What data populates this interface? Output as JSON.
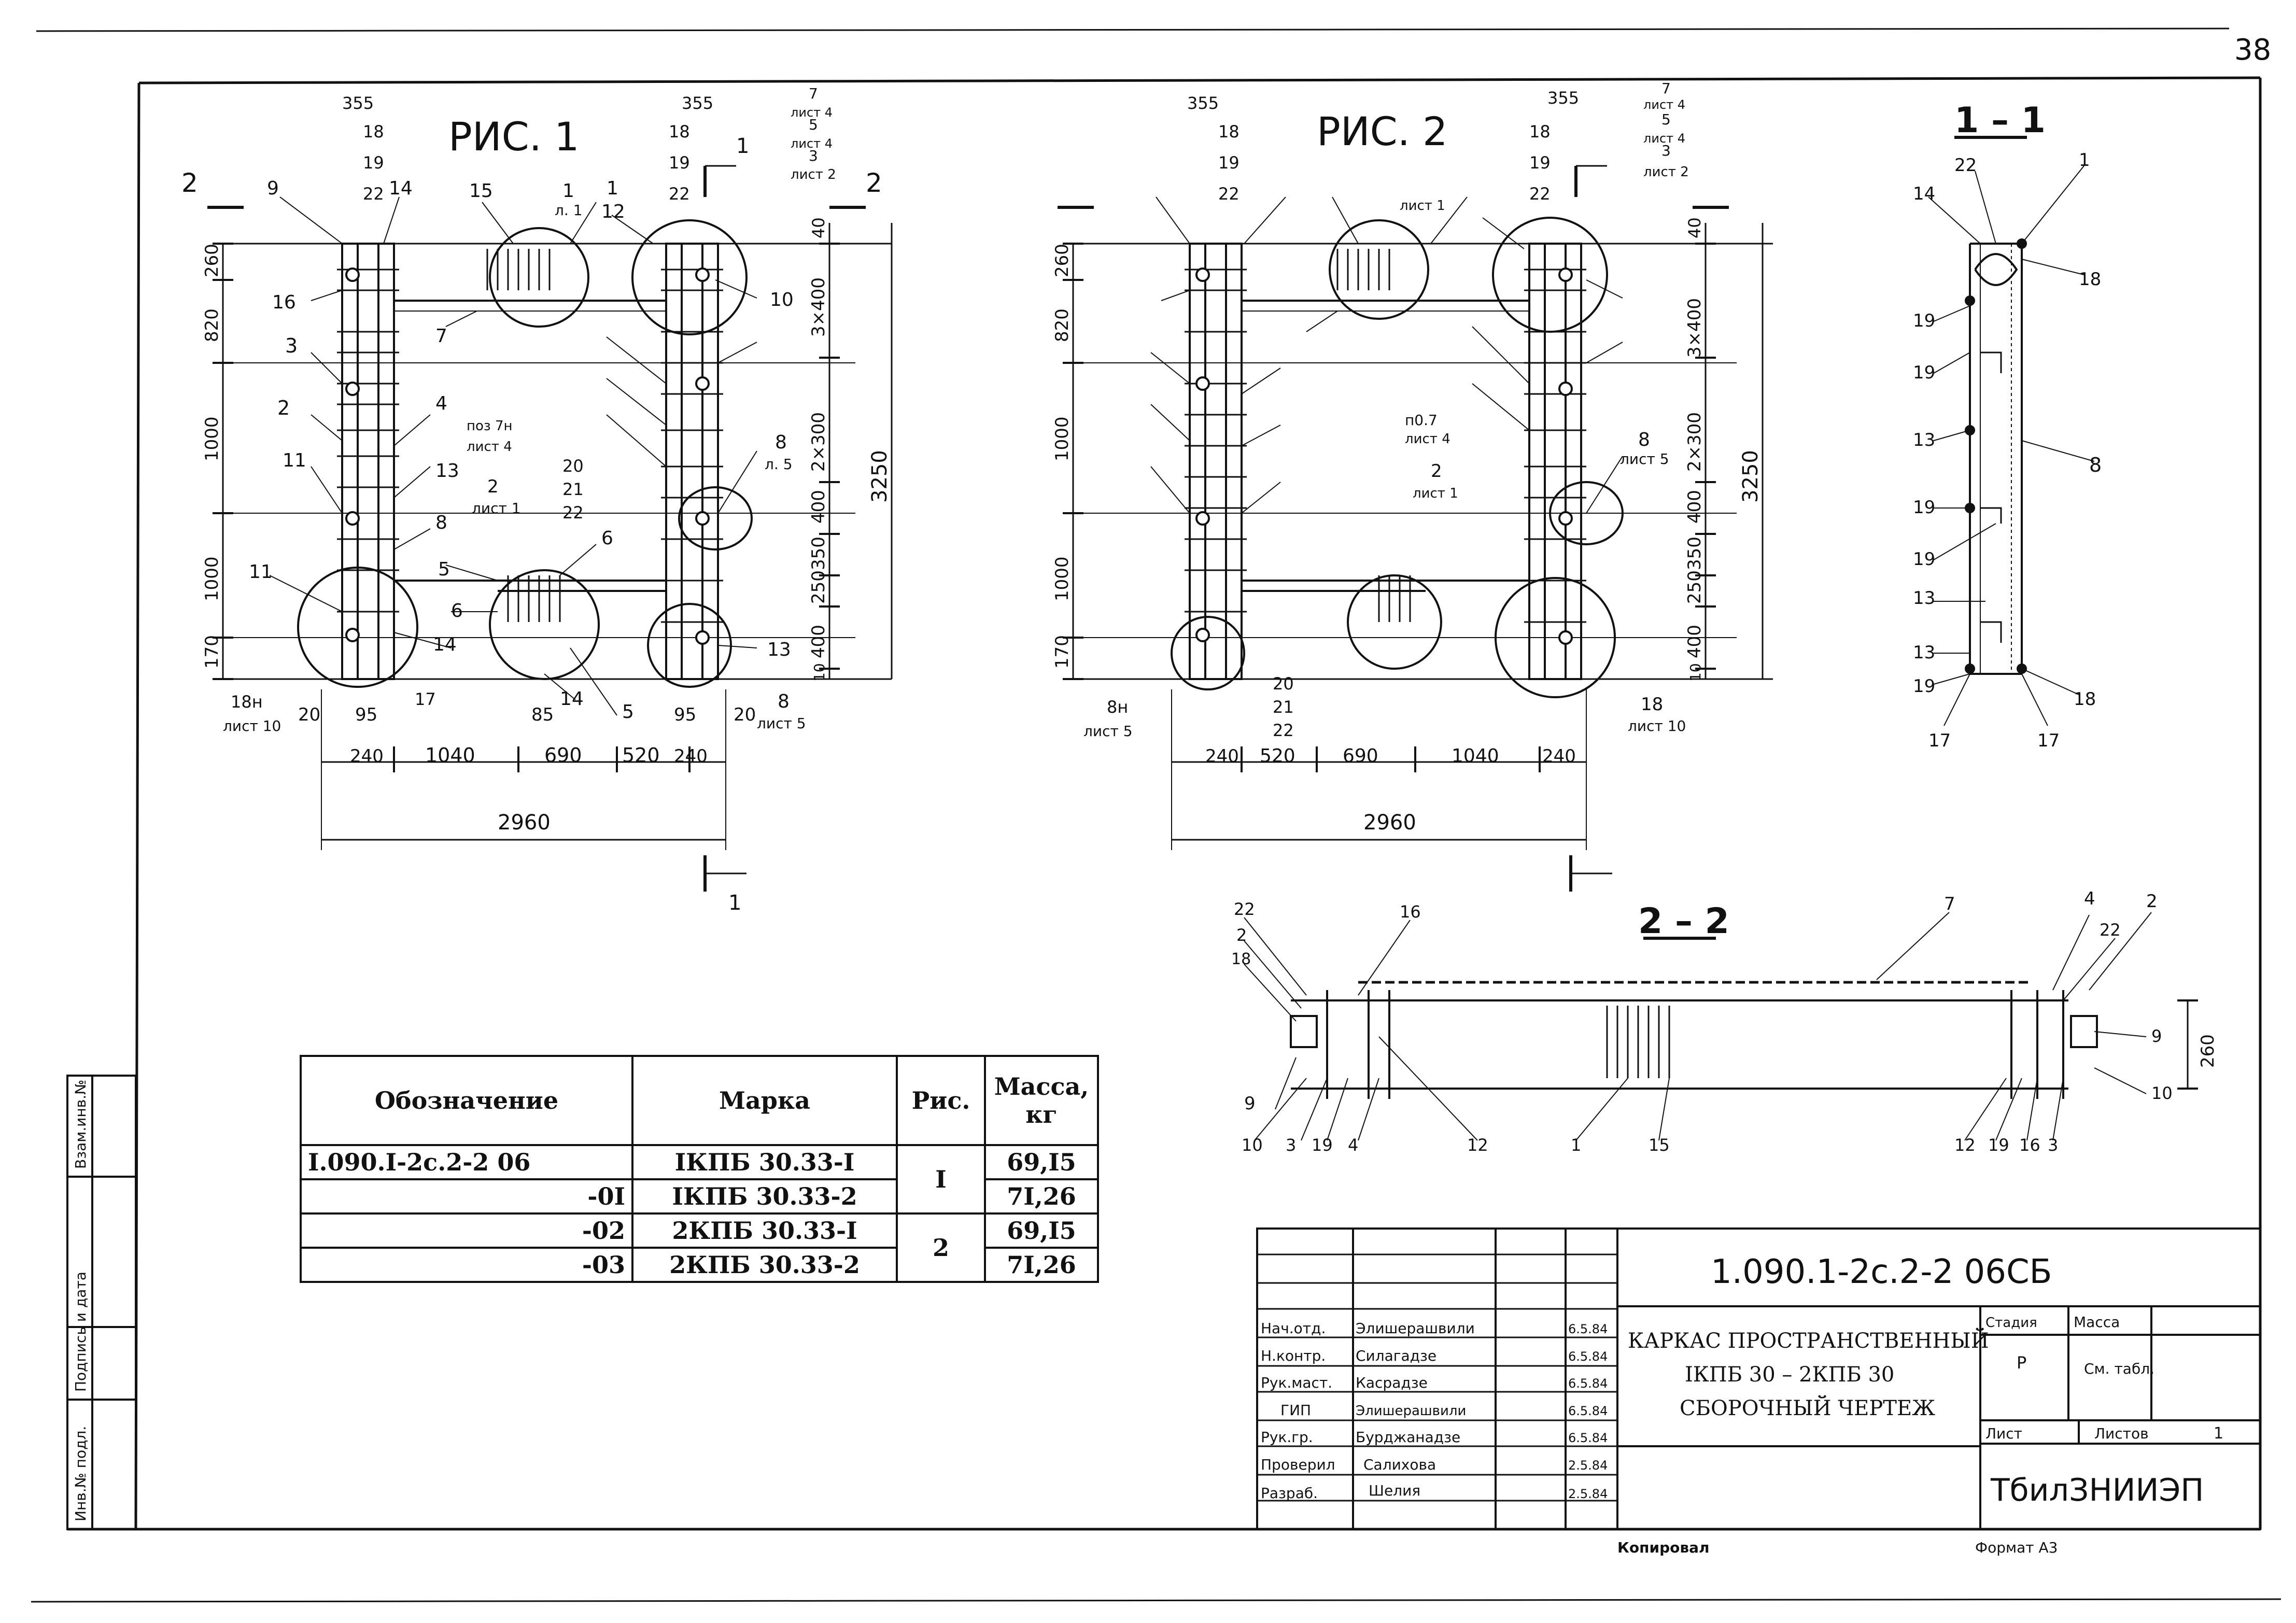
{
  "page_number": "38",
  "figure1": {
    "title": "РИС. 1",
    "overall_width": "2960",
    "overall_height": "3250",
    "bottom_dims": [
      "240",
      "1040",
      "690",
      "520",
      "240"
    ],
    "left_dims": [
      "260",
      "820",
      "1000",
      "1000",
      "170"
    ],
    "right_dims": [
      "40",
      "3×400",
      "2×300",
      "400",
      "350",
      "250",
      "400",
      "10"
    ],
    "callouts": [
      "9",
      "14",
      "15",
      "1",
      "1",
      "12",
      "10",
      "16",
      "7",
      "3",
      "2",
      "11",
      "4",
      "13",
      "8",
      "11",
      "6",
      "14",
      "5",
      "6",
      "14",
      "5",
      "13",
      "17",
      "20",
      "95",
      "85",
      "95",
      "20"
    ],
    "top_marks": [
      "355",
      "18",
      "19",
      "22",
      "355",
      "18",
      "19",
      "22"
    ],
    "section_marks": [
      "2",
      "2",
      "1",
      "1"
    ],
    "notes": {
      "ref_7": "7",
      "ref_7_sheet": "лист 4",
      "ref_5": "5",
      "ref_5_sheet": "лист 4",
      "ref_3": "3",
      "ref_3_sheet": "лист 2",
      "ref_l1": "л. 1",
      "ref_7h": "поз 7н",
      "ref_7h_sheet": "лист 4",
      "ref_2": "2",
      "ref_2_sheet": "лист 1",
      "ref_8": "8",
      "ref_8_sheet": "л. 5",
      "ref_202122": [
        "20",
        "21",
        "22"
      ],
      "ref_18h": "18н",
      "ref_18h_sheet": "лист 10",
      "ref_8b": "8",
      "ref_8b_sheet": "лист 5"
    }
  },
  "figure2": {
    "title": "РИС. 2",
    "overall_width": "2960",
    "overall_height": "3250",
    "bottom_dims": [
      "240",
      "520",
      "690",
      "1040",
      "240"
    ],
    "left_dims": [
      "260",
      "820",
      "1000",
      "1000",
      "170"
    ],
    "right_dims": [
      "40",
      "3×400",
      "2×300",
      "400",
      "350",
      "250",
      "400",
      "10"
    ],
    "top_marks": [
      "355",
      "18",
      "19",
      "22",
      "355",
      "18",
      "19",
      "22"
    ],
    "notes": {
      "ref_7": "7",
      "ref_7_sheet": "лист 4",
      "ref_5": "5",
      "ref_5_sheet": "лист 4",
      "ref_3": "3",
      "ref_3_sheet": "лист 2",
      "ref_lst1": "лист 1",
      "ref_p7": "п0.7",
      "ref_p7_sheet": "лист 4",
      "ref_2": "2",
      "ref_2_sheet": "лист 1",
      "ref_8": "8",
      "ref_8_sheet": "лист 5",
      "ref_8h": "8н",
      "ref_8h_sheet": "лист 5",
      "ref_18": "18",
      "ref_18_sheet": "лист 10",
      "ref_202122": [
        "20",
        "21",
        "22"
      ]
    }
  },
  "section_1_1": {
    "title": "1 – 1",
    "callouts": [
      "14",
      "22",
      "1",
      "18",
      "19",
      "19",
      "13",
      "19",
      "19",
      "13",
      "13",
      "19",
      "17",
      "17",
      "18",
      "8"
    ]
  },
  "section_2_2": {
    "title": "2 – 2",
    "height_dim": "260",
    "callouts": [
      "22",
      "2",
      "18",
      "16",
      "7",
      "4",
      "2",
      "22",
      "9",
      "10",
      "3",
      "19",
      "4",
      "12",
      "1",
      "15",
      "12",
      "19",
      "16",
      "3",
      "9",
      "10"
    ]
  },
  "spec_table": {
    "headers": [
      "Обозначение",
      "Марка",
      "Рис.",
      "Масса, кг"
    ],
    "rows": [
      {
        "designation": "I.090.I-2с.2-2  06",
        "mark": "IКПБ 30.33-I",
        "mass": "69,I5"
      },
      {
        "designation": "-0I",
        "mark": "IКПБ 30.33-2",
        "mass": "7I,26"
      },
      {
        "designation": "-02",
        "mark": "2КПБ 30.33-I",
        "mass": "69,I5"
      },
      {
        "designation": "-03",
        "mark": "2КПБ 30.33-2",
        "mass": "7I,26"
      }
    ],
    "fig_groups": [
      "I",
      "2"
    ]
  },
  "left_margin_stamp": {
    "inv_podl": "Инв.№ подл.",
    "podpis": "Подпись и дата",
    "vzam": "Взам.инв.№"
  },
  "title_block": {
    "doc_code": "1.090.1-2с.2-2  06СБ",
    "name_line1": "КАРКАС ПРОСТРАНСТВЕННЫЙ",
    "name_line2": "IКПБ 30 – 2КПБ 30",
    "name_line3": "СБОРОЧНЫЙ  ЧЕРТЕЖ",
    "stage_label": "Стадия",
    "mass_label": "Масса",
    "stage_value": "Р",
    "mass_value": "См. табл.",
    "sheet_label": "Лист",
    "sheets_label": "Листов",
    "sheets_value": "1",
    "org": "ТбилЗНИИЭП",
    "people": [
      {
        "role": "Нач.отд.",
        "name": "Элишерашвили",
        "date": "6.5.84"
      },
      {
        "role": "Н.контр.",
        "name": "Силагадзе",
        "date": "6.5.84"
      },
      {
        "role": "Рук.маст.",
        "name": "Касрадзе",
        "date": "6.5.84"
      },
      {
        "role": "ГИП",
        "name": "Элишерашвили",
        "date": "6.5.84"
      },
      {
        "role": "Рук.гр.",
        "name": "Бурджанадзе",
        "date": "6.5.84"
      },
      {
        "role": "Проверил",
        "name": "Салихова",
        "date": "2.5.84"
      },
      {
        "role": "Разраб.",
        "name": "Шелия",
        "date": "2.5.84"
      }
    ]
  },
  "footer": {
    "copy": "Копировал",
    "format": "Формат А3"
  }
}
